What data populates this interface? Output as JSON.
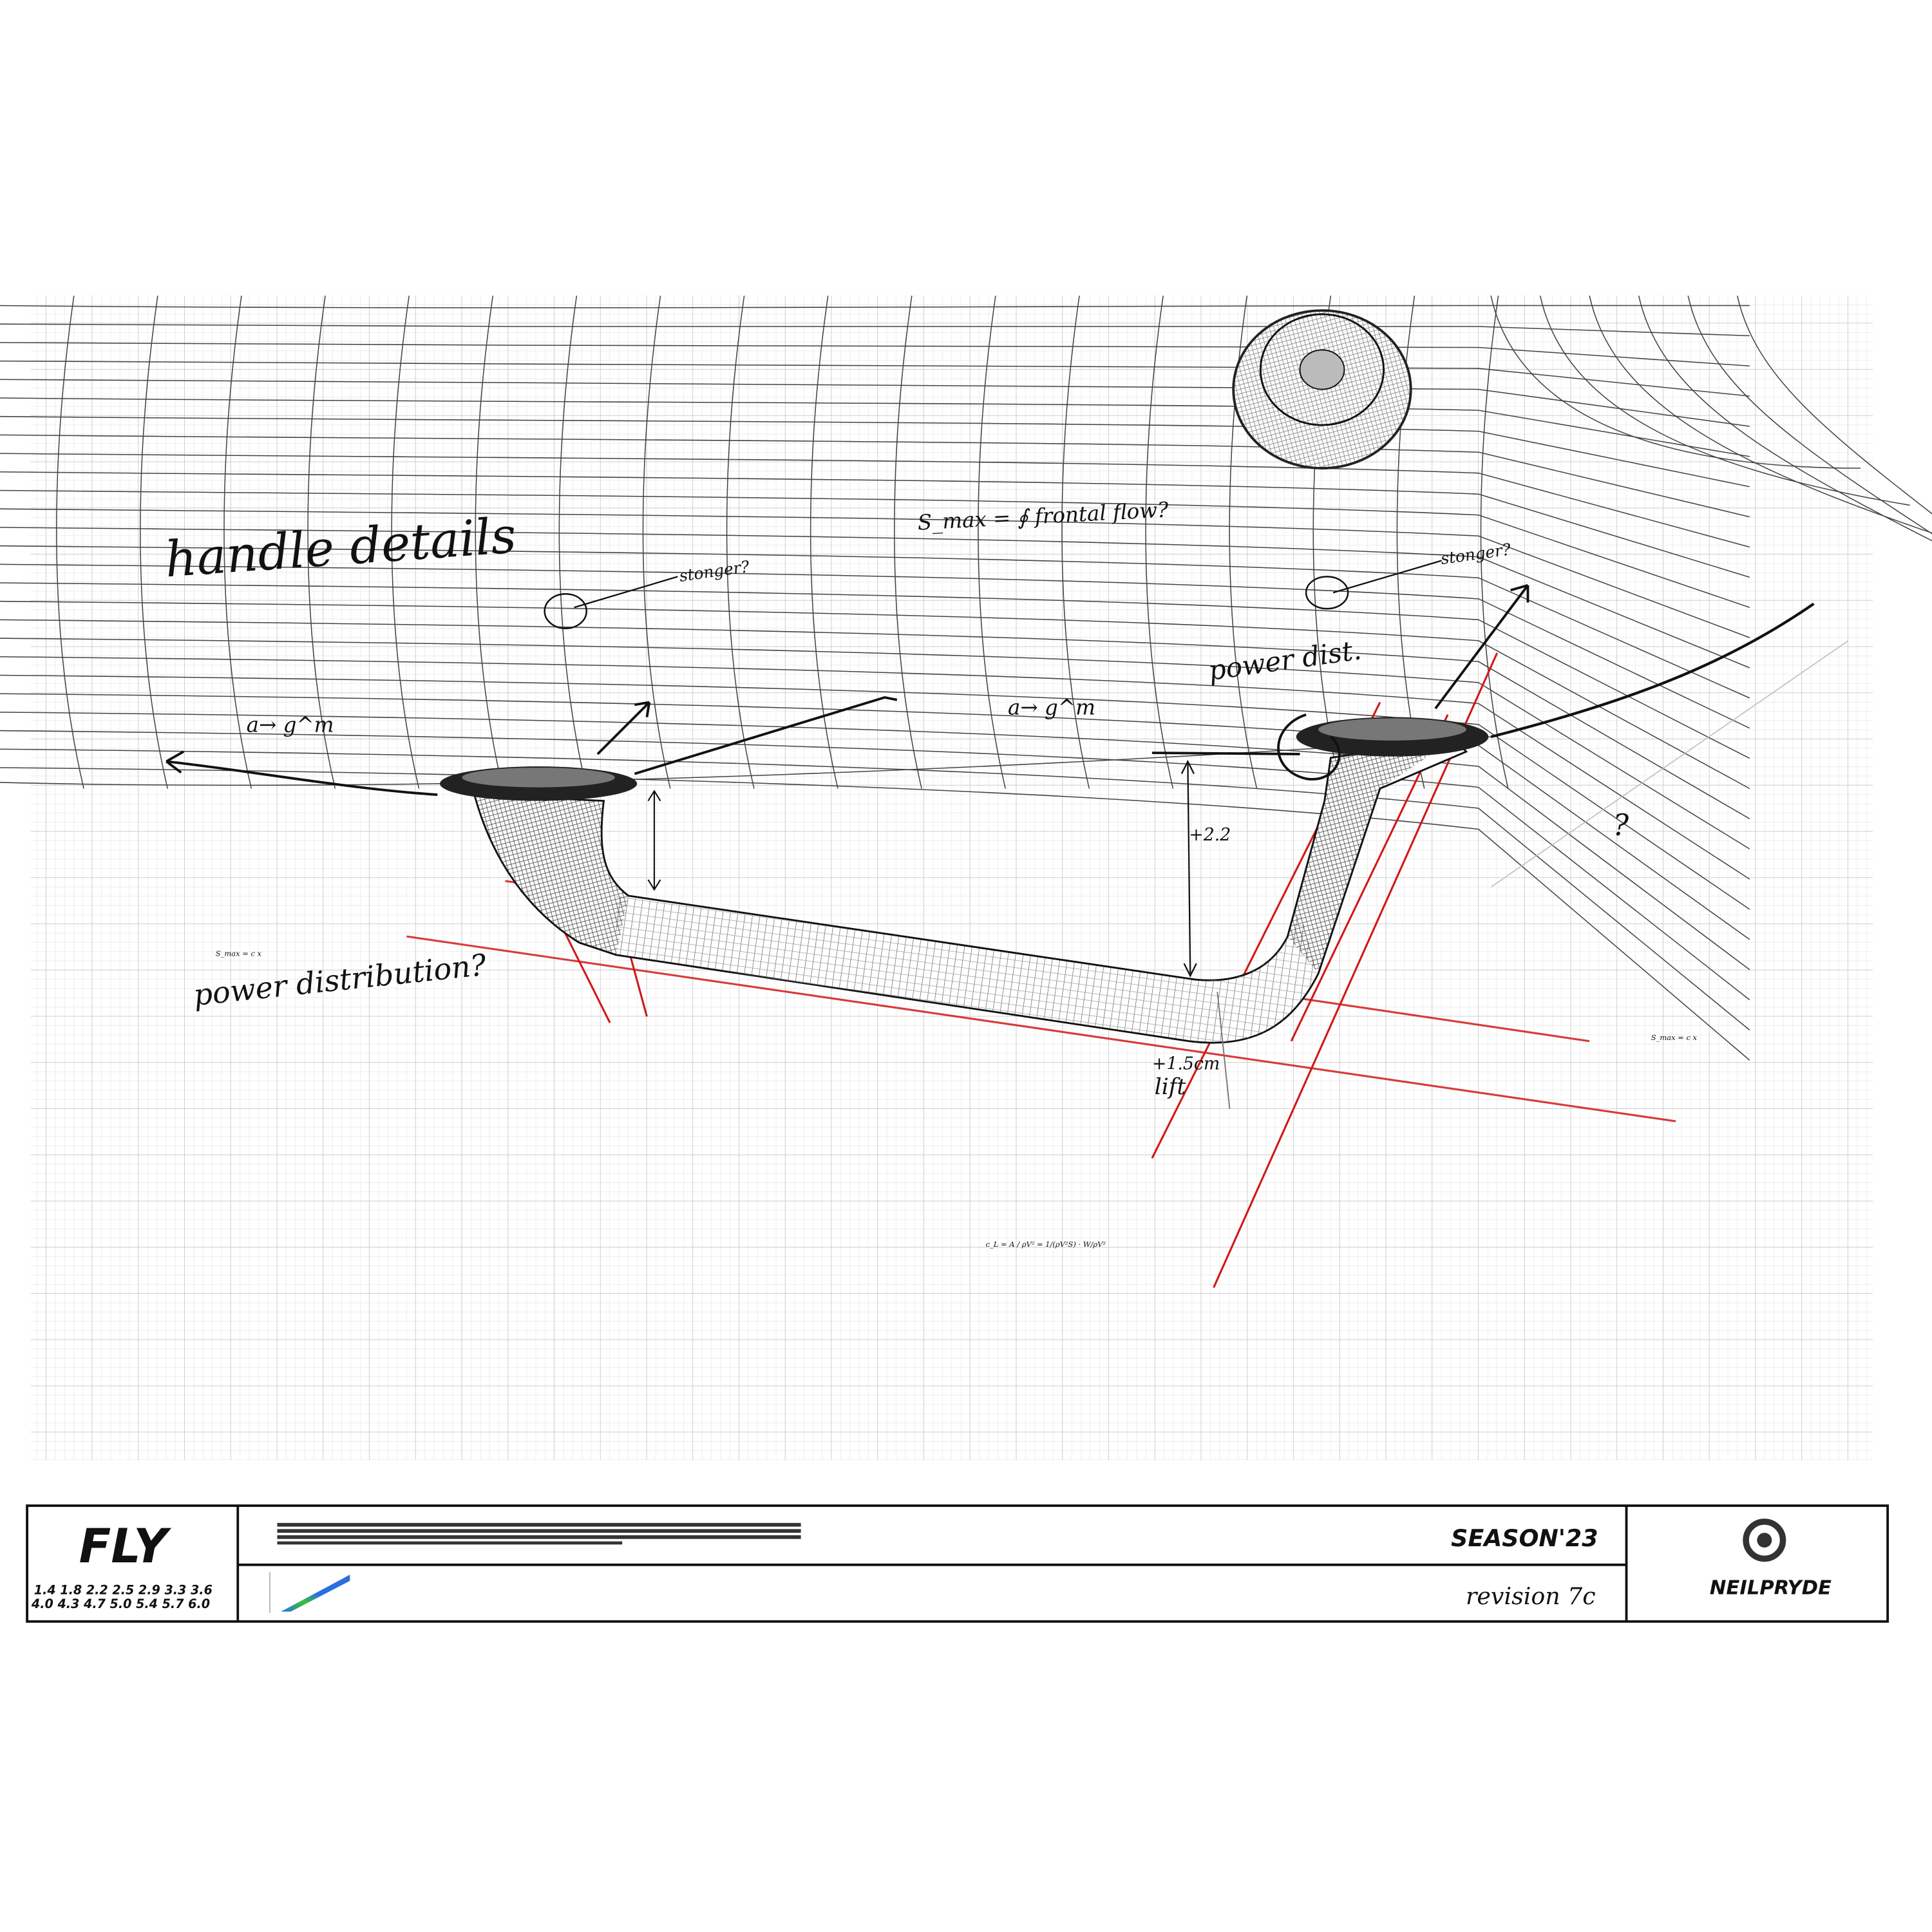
{
  "sketch": {
    "title": "handle details",
    "formula_top": "S_max = ∮ frontal flow?",
    "note_left": "stonger?",
    "note_right": "stonger?",
    "power_dist": "power dist.",
    "power_distribution": "power distribution?",
    "dimension_height": "+2.2",
    "lift_line1": "+1.5cm",
    "lift_line2": "lift",
    "question": "?",
    "small_formula_left": "S_max = c x",
    "small_formula_right": "S_max = c x",
    "small_formula_center": "c_L = A / ρV² = 1/(ρV²S) · W/ρV²",
    "scribble_left": "a→ g^m",
    "scribble_center": "a→ g^m"
  },
  "title_block": {
    "product": "FLY",
    "sizes_row1": "1.4 1.8 2.2 2.5 2.9 3.3 3.6",
    "sizes_row2": "4.0 4.3 4.7 5.0 5.4 5.7 6.0",
    "season": "SEASON'23",
    "revision": "revision 7c",
    "brand": "NEILPRYDE"
  },
  "colors": {
    "ink": "#111111",
    "red": "#d01818",
    "grid": "#cfcfcf",
    "chart_blue": "#2a6fe0",
    "chart_green": "#3ac23a"
  }
}
